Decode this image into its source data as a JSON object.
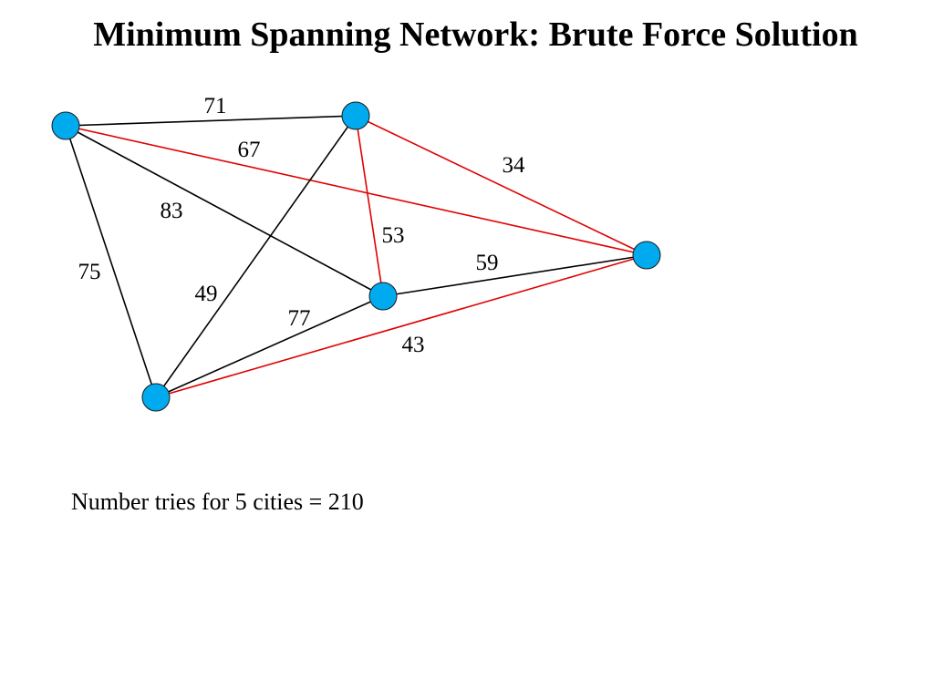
{
  "title": "Minimum Spanning Network: Brute Force Solution",
  "caption": "Number tries for 5 cities = 210",
  "colors": {
    "node_fill": "#00aaee",
    "node_stroke": "#1a1a1a",
    "edge_default": "#000000",
    "edge_selected": "#e00000"
  },
  "nodes": [
    {
      "id": "A"
    },
    {
      "id": "B"
    },
    {
      "id": "C"
    },
    {
      "id": "D"
    },
    {
      "id": "E"
    }
  ],
  "edges": [
    {
      "from": "A",
      "to": "B",
      "weight": "71",
      "selected": false
    },
    {
      "from": "A",
      "to": "C",
      "weight": "67",
      "selected": true
    },
    {
      "from": "A",
      "to": "D",
      "weight": "83",
      "selected": false
    },
    {
      "from": "A",
      "to": "E",
      "weight": "75",
      "selected": false
    },
    {
      "from": "B",
      "to": "C",
      "weight": "34",
      "selected": true
    },
    {
      "from": "B",
      "to": "D",
      "weight": "53",
      "selected": true
    },
    {
      "from": "B",
      "to": "E",
      "weight": "49",
      "selected": false
    },
    {
      "from": "D",
      "to": "C",
      "weight": "59",
      "selected": false
    },
    {
      "from": "D",
      "to": "E",
      "weight": "77",
      "selected": false
    },
    {
      "from": "E",
      "to": "C",
      "weight": "43",
      "selected": true
    }
  ]
}
